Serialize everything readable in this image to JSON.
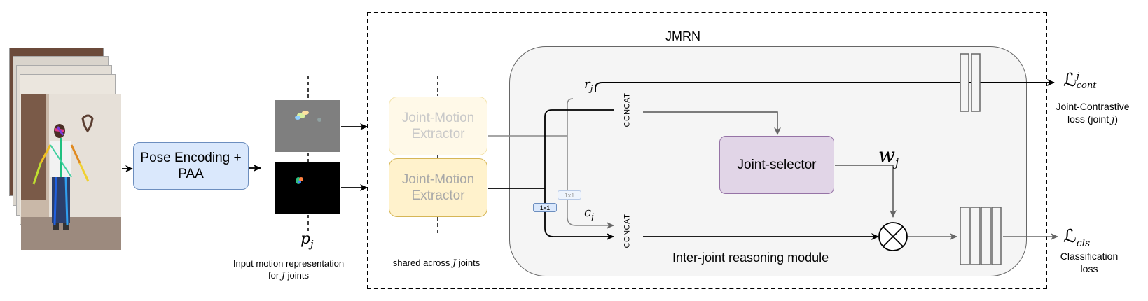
{
  "pose_box": {
    "line1": "Pose Encoding +",
    "line2": "PAA"
  },
  "extractor": {
    "line1": "Joint-Motion",
    "line2": "Extractor"
  },
  "jmrn_title": "JMRN",
  "concat_label": "CONCAT",
  "selector_label": "Joint-selector",
  "reasoning_label": "Inter-joint reasoning module",
  "badge_label": "1x1",
  "input_caption": {
    "line1": "Input motion representation",
    "line2_pre": "for ",
    "line2_var": "J",
    "line2_post": " joints"
  },
  "shared_caption": {
    "pre": "shared  across ",
    "var": "J",
    "post": " joints"
  },
  "symbols": {
    "p": "p",
    "p_sub": "j",
    "r": "r",
    "r_sub": "j",
    "c": "c",
    "c_sub": "j",
    "w": "w",
    "w_sub": "j",
    "L_cont": "ℒ",
    "L_cont_sup": "j",
    "L_cont_sub": "cont",
    "L_cls": "ℒ",
    "L_cls_sub": "cls"
  },
  "loss_cont_caption": {
    "line1": "Joint-Contrastive",
    "line2_pre": "loss (joint ",
    "line2_var": "j",
    "line2_post": ")"
  },
  "loss_cls_caption": {
    "line1": "Classification",
    "line2": "loss"
  },
  "colors": {
    "pose_fill": "#dae8fc",
    "pose_stroke": "#6c8ebf",
    "extractor_fill": "#fff2cc",
    "extractor_stroke": "#d6b656",
    "selector_fill": "#e1d5e7",
    "selector_stroke": "#9673a6",
    "jmrn_fill": "#f5f5f5"
  }
}
